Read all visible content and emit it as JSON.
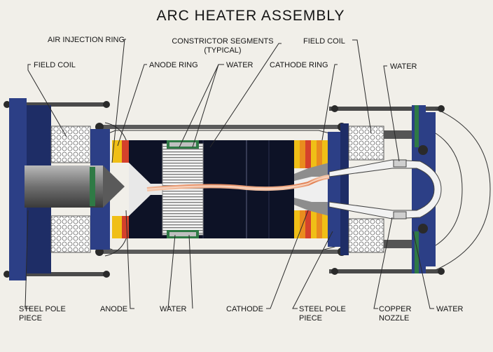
{
  "title": "ARC HEATER ASSEMBLY",
  "labels": {
    "air_injection_ring": "AIR INJECTION RING",
    "constrictor_segments": "CONSTRICTOR SEGMENTS",
    "constrictor_typical": "(TYPICAL)",
    "field_coil_top_right": "FIELD COIL",
    "field_coil_left": "FIELD COIL",
    "anode_ring": "ANODE RING",
    "water_top": "WATER",
    "cathode_ring": "CATHODE RING",
    "water_top_right": "WATER",
    "steel_pole_piece_left_1": "STEEL POLE",
    "steel_pole_piece_left_2": "PIECE",
    "anode": "ANODE",
    "water_bottom": "WATER",
    "cathode": "CATHODE",
    "steel_pole_piece_right_1": "STEEL POLE",
    "steel_pole_piece_right_2": "PIECE",
    "copper_nozzle_1": "COPPER",
    "copper_nozzle_2": "NOZZLE",
    "water_bottom_right": "WATER"
  },
  "colors": {
    "background": "#f1efe9",
    "segment_dark": "#0d1226",
    "steel_blue": "#2c3f86",
    "yellow": "#f0bf16",
    "orange": "#e98c1e",
    "red": "#d5412b",
    "green": "#2f7a45",
    "arc": "#e89a72",
    "electrode_gray": "#6b6b6b"
  }
}
